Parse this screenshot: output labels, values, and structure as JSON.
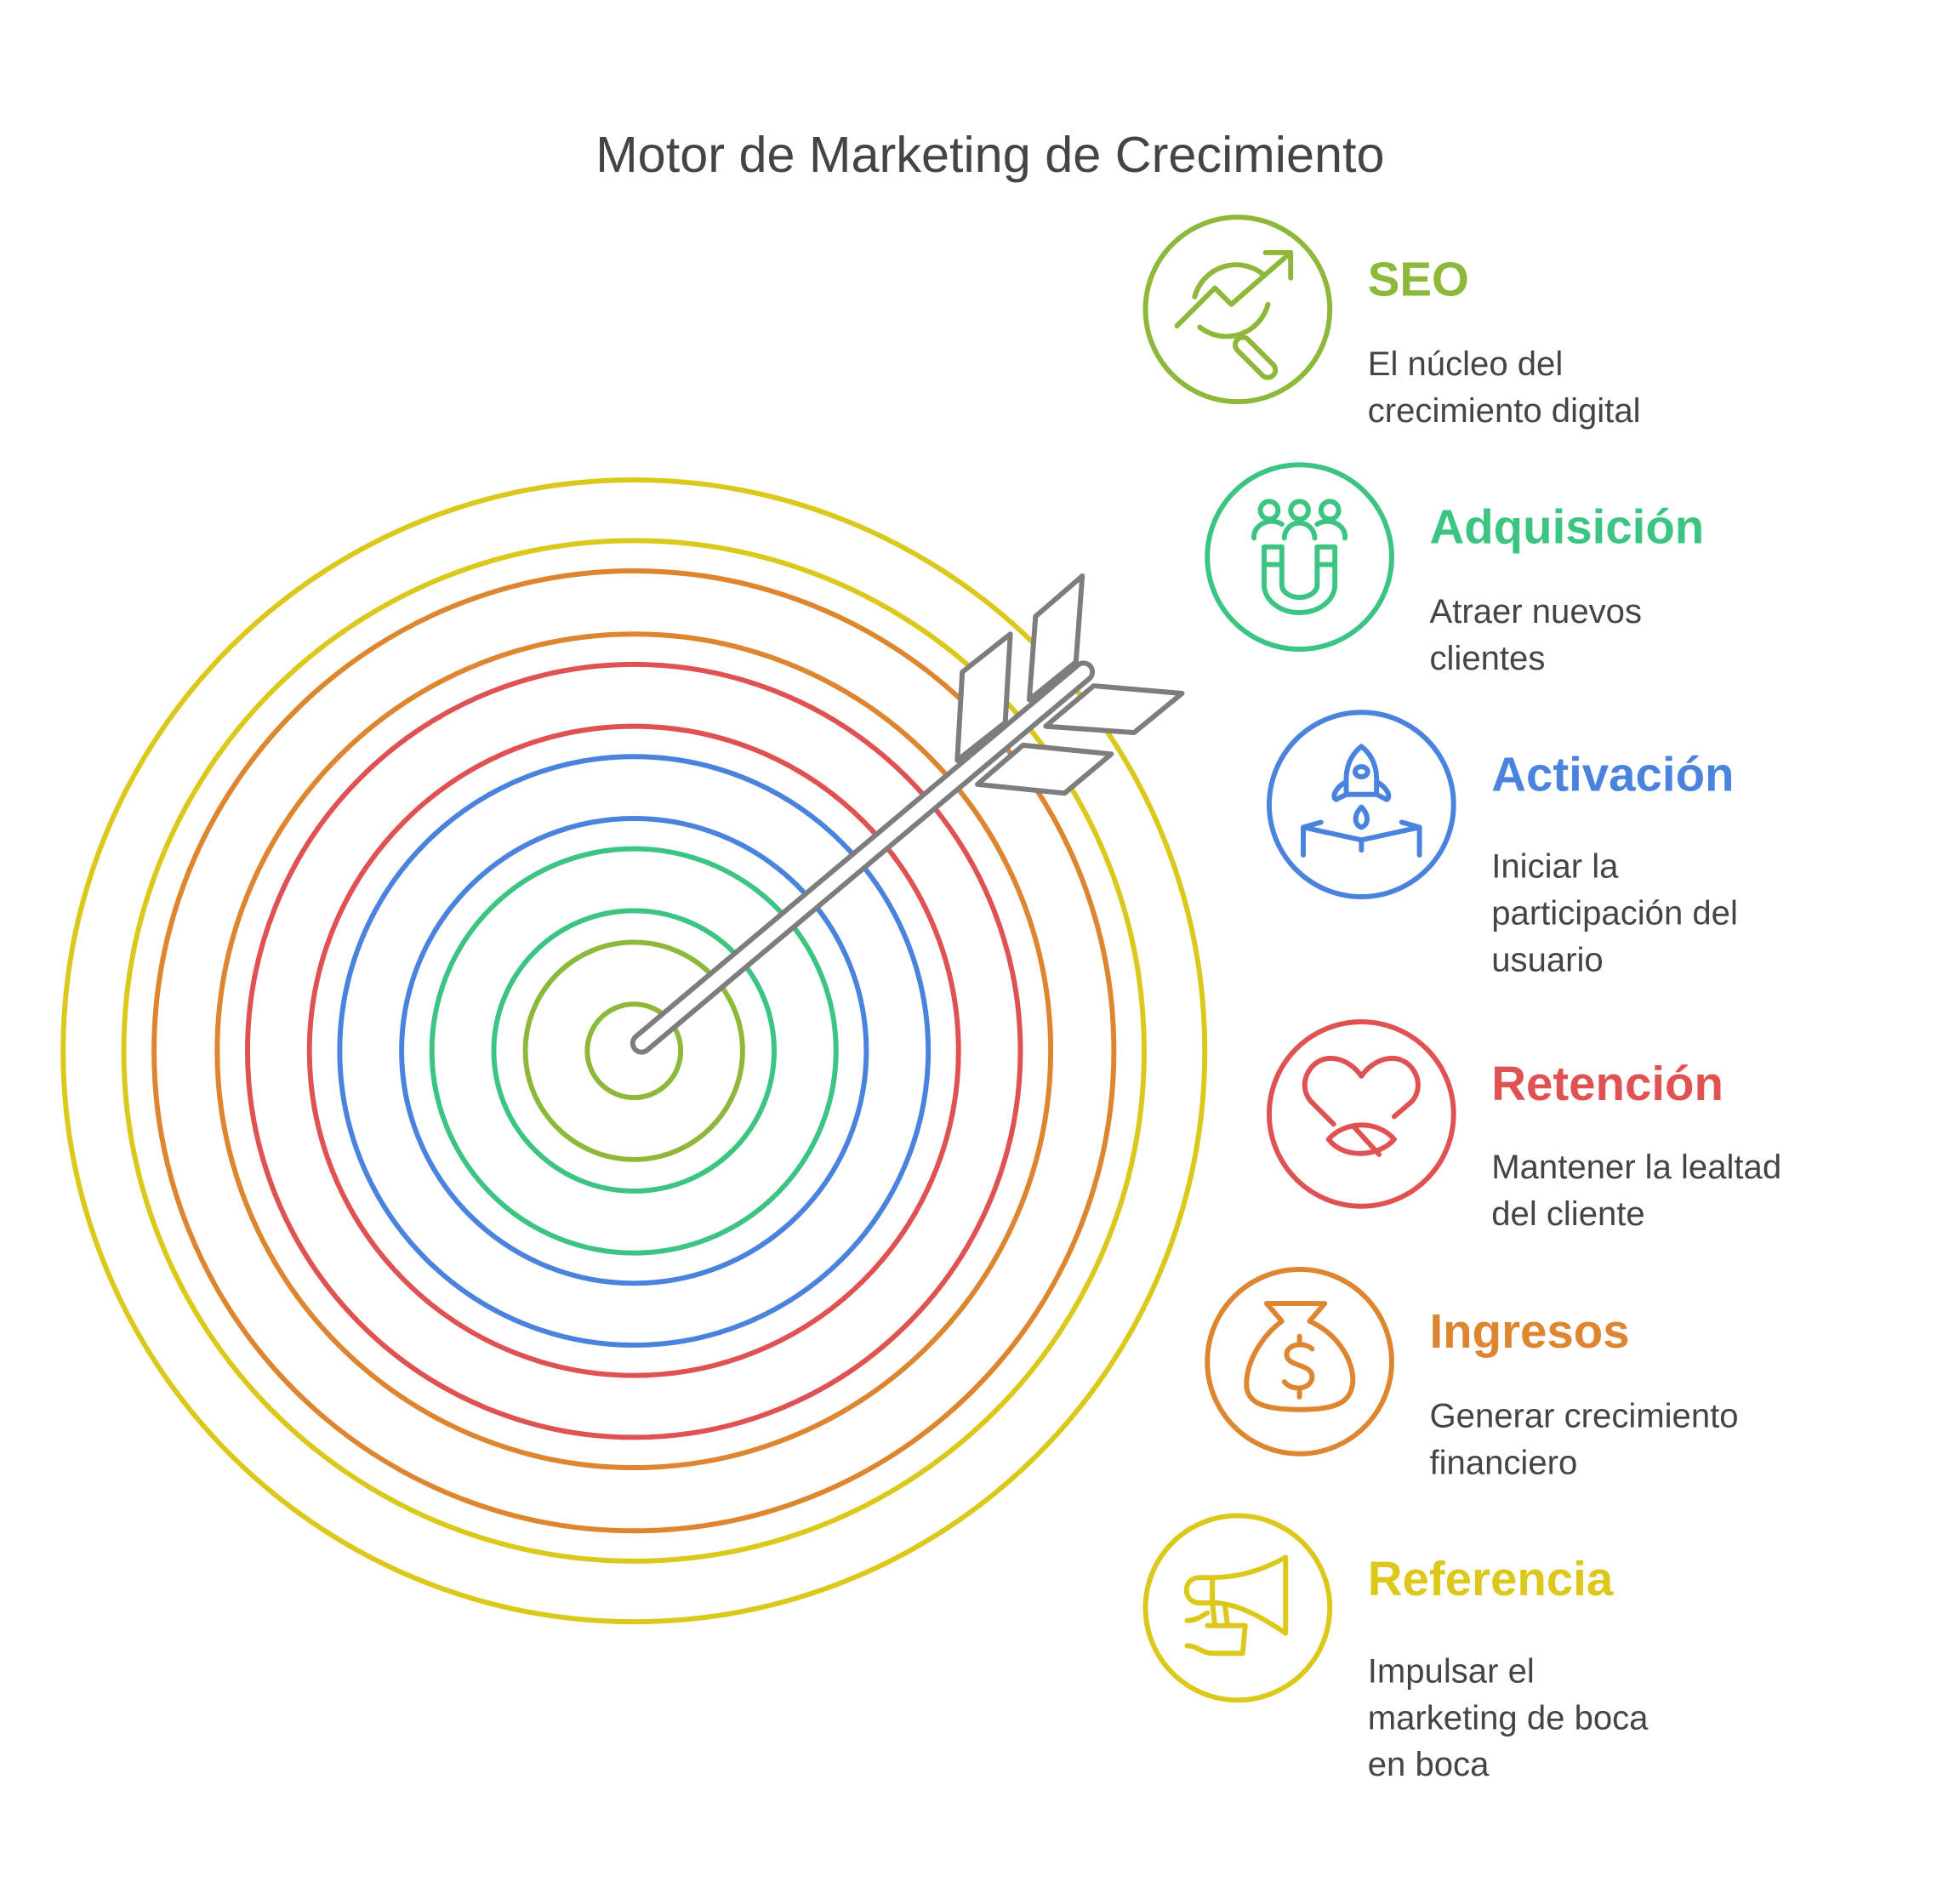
{
  "title": "Motor de Marketing de Crecimiento",
  "colors": {
    "seo": "#8db83a",
    "adquisicion": "#3cc483",
    "activacion": "#4a83dd",
    "retencion": "#e05252",
    "ingresos": "#de8530",
    "referencia": "#dcc81a",
    "arrow": "#7d7d7d",
    "text": "#444444"
  },
  "items": [
    {
      "title": "SEO",
      "icon": "chart-magnifier-icon",
      "desc": [
        "El núcleo del",
        "crecimiento digital"
      ]
    },
    {
      "title": "Adquisición",
      "icon": "magnet-people-icon",
      "desc": [
        "Atraer nuevos",
        "clientes"
      ]
    },
    {
      "title": "Activación",
      "icon": "rocket-launch-icon",
      "desc": [
        "Iniciar la",
        "participación del",
        "usuario"
      ]
    },
    {
      "title": "Retención",
      "icon": "heart-pill-icon",
      "desc": [
        "Mantener la lealtad",
        "del cliente"
      ]
    },
    {
      "title": "Ingresos",
      "icon": "money-bag-icon",
      "desc": [
        "Generar crecimiento",
        "financiero"
      ]
    },
    {
      "title": "Referencia",
      "icon": "megaphone-icon",
      "desc": [
        "Impulsar el",
        "marketing de boca",
        "en boca"
      ]
    }
  ]
}
